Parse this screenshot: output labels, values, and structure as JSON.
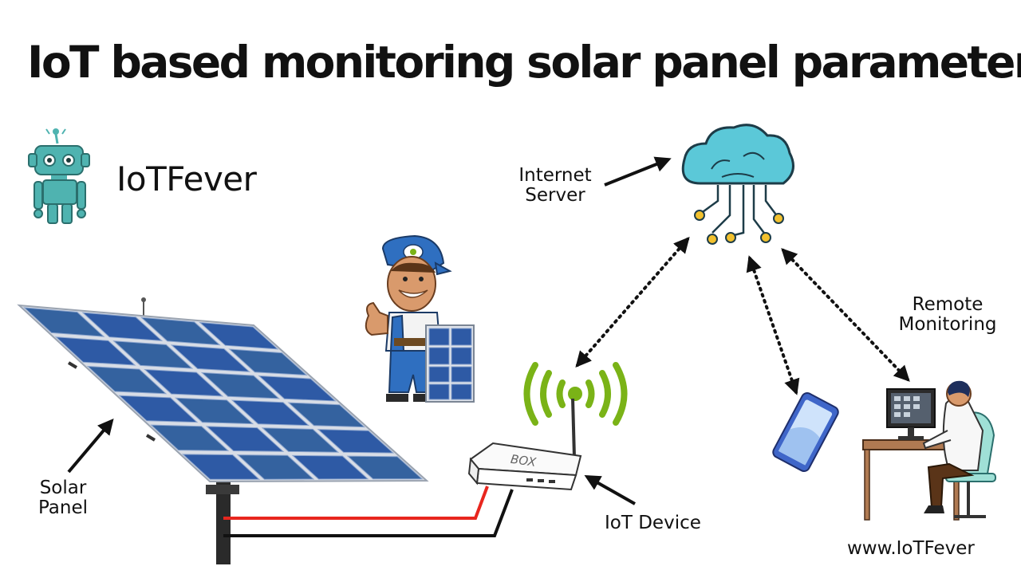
{
  "title": "IoT based monitoring solar panel parameter",
  "brand": {
    "name": "IoTFever",
    "logo_icon": "robot-icon"
  },
  "labels": {
    "internet_server": [
      "Internet",
      "Server"
    ],
    "remote_monitoring": [
      "Remote",
      "Monitoring"
    ],
    "solar_panel": [
      "Solar",
      "Panel"
    ],
    "iot_device": "IoT Device",
    "website": "www.IoTFever"
  },
  "device_box_text": "BOX",
  "icons": [
    "robot-icon",
    "cloud-server-icon",
    "technician-icon",
    "solar-panel-icon",
    "iot-router-icon",
    "wifi-signal-icon",
    "smartphone-icon",
    "person-at-computer-icon"
  ],
  "colors": {
    "robot": "#4fb3b0",
    "cloud": "#5bc8d8",
    "node": "#f2c12e",
    "wifi": "#7ab317",
    "panel": "#2e5aa5",
    "wire_red": "#e8261e",
    "wire_black": "#111111",
    "phone": "#3f66c9",
    "chair": "#9fe0d6",
    "desk": "#b07a52"
  }
}
